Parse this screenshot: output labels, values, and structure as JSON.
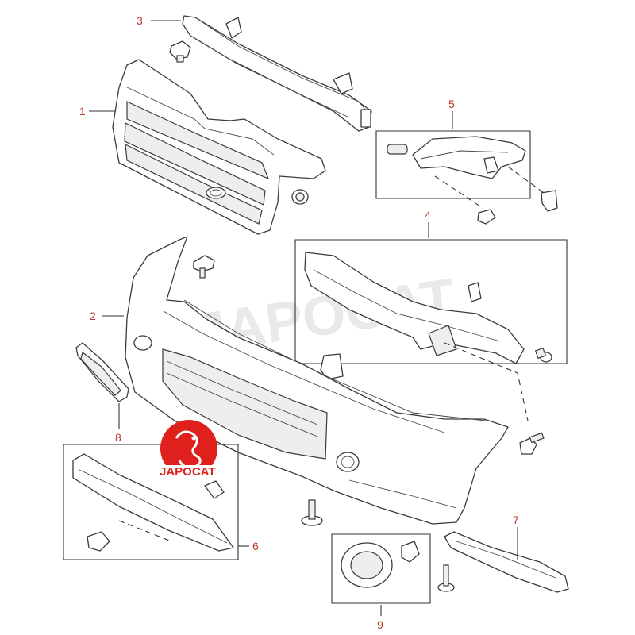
{
  "callouts": {
    "c1": "1",
    "c2": "2",
    "c3": "3",
    "c4": "4",
    "c5": "5",
    "c6": "6",
    "c7": "7",
    "c8": "8",
    "c9": "9"
  },
  "watermark": "JAPOCAT",
  "logo": {
    "text": "JAPOCAT",
    "color": "#e0201c"
  },
  "colors": {
    "callout": "#c0392b",
    "line": "#333333"
  }
}
